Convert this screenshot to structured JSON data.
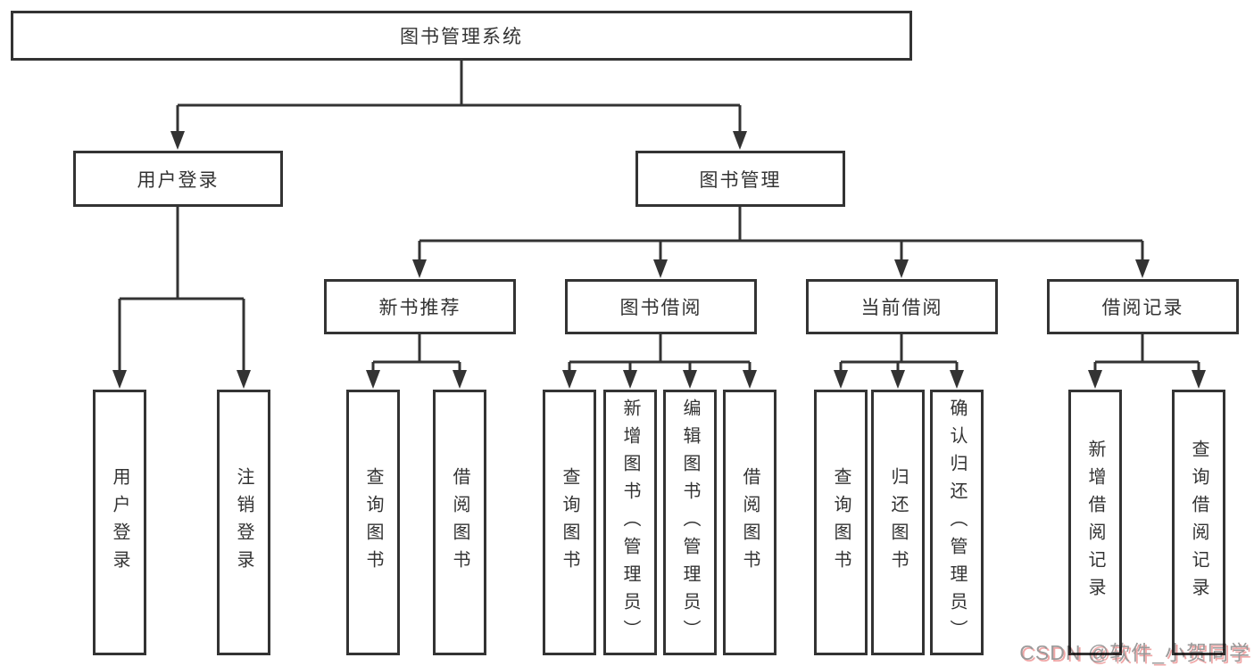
{
  "root": {
    "label": "图书管理系统"
  },
  "level2": [
    {
      "label": "用户登录"
    },
    {
      "label": "图书管理"
    }
  ],
  "level3": [
    {
      "label": "新书推荐"
    },
    {
      "label": "图书借阅"
    },
    {
      "label": "当前借阅"
    },
    {
      "label": "借阅记录"
    }
  ],
  "leaves": {
    "user_login_group": [
      {
        "label": "用户登录"
      },
      {
        "label": "注销登录"
      }
    ],
    "new_book_group": [
      {
        "label": "查询图书"
      },
      {
        "label": "借阅图书"
      }
    ],
    "book_borrow_group": [
      {
        "label": "查询图书"
      },
      {
        "label": "新增图书（管理员）"
      },
      {
        "label": "编辑图书（管理员）"
      },
      {
        "label": "借阅图书"
      }
    ],
    "current_borrow_group": [
      {
        "label": "查询图书"
      },
      {
        "label": "归还图书"
      },
      {
        "label": "确认归还（管理员）"
      }
    ],
    "records_group": [
      {
        "label": "新增借阅记录"
      },
      {
        "label": "查询借阅记录"
      }
    ]
  },
  "watermark": {
    "text": "CSDN @软件_小贺同学"
  },
  "colors": {
    "line": "#333333",
    "box_border": "#333333",
    "text": "#333333",
    "background": "#ffffff",
    "watermark_text": "#9a9a9a",
    "watermark_shadow": "#f0a6a6"
  }
}
